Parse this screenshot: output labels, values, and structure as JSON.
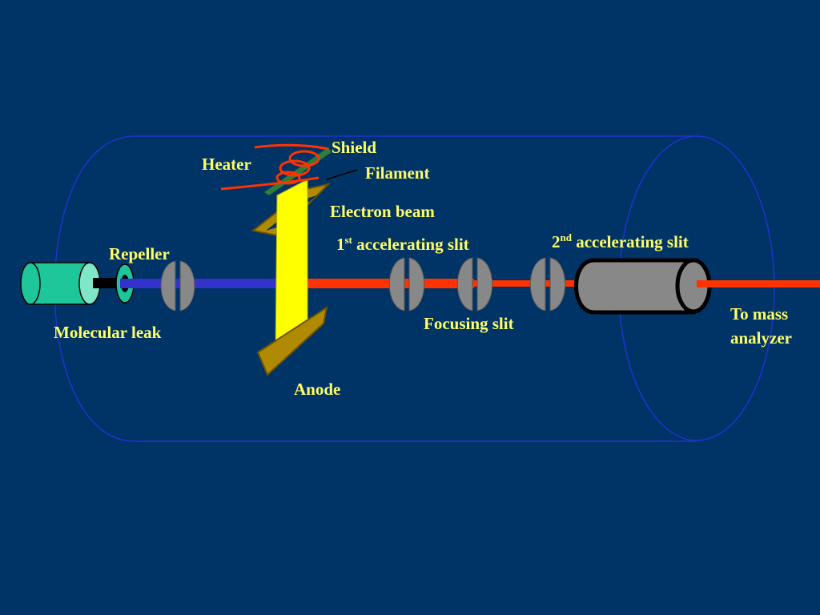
{
  "colors": {
    "background": "#003366",
    "label_text": "#ffff66",
    "tube_outline": "#2233cc",
    "molecule_beam": "#3333cc",
    "ion_beam": "#ff3300",
    "heater_wire": "#ff3300",
    "electron_beam": "#ffff00",
    "anode_plate": "#b08a00",
    "slit_plates": "#888888",
    "molecular_leak": "#1ec79a"
  },
  "labels": {
    "shield": "Shield",
    "heater": "Heater",
    "filament": "Filament",
    "electron_beam": "Electron beam",
    "repeller": "Repeller",
    "accel_slit_1_num": "1",
    "accel_slit_1_sup": "st",
    "accel_slit_1_text": " accelerating slit",
    "accel_slit_2_num": "2",
    "accel_slit_2_sup": "nd",
    "accel_slit_2_text": " accelerating slit",
    "molecular_leak": "Molecular leak",
    "focusing_slit": "Focusing slit",
    "anode": "Anode",
    "to_mass_line1": "To mass",
    "to_mass_line2": "analyzer"
  }
}
